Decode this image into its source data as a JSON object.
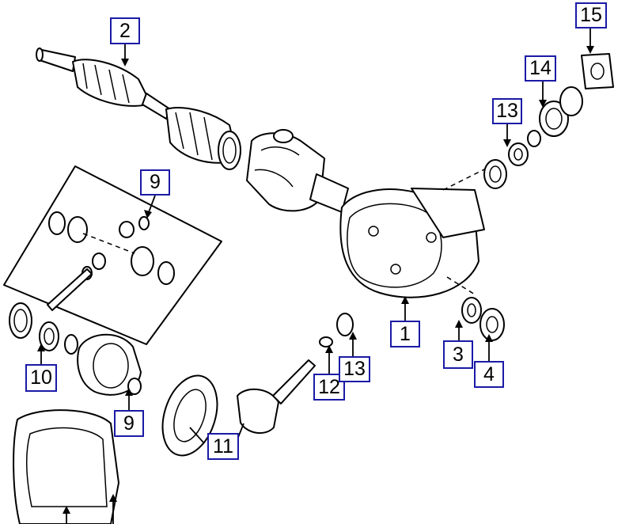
{
  "diagram": {
    "callouts": [
      {
        "id": "c1",
        "label": "1"
      },
      {
        "id": "c2",
        "label": "2"
      },
      {
        "id": "c3",
        "label": "3"
      },
      {
        "id": "c4",
        "label": "4"
      },
      {
        "id": "c9a",
        "label": "9"
      },
      {
        "id": "c9b",
        "label": "9"
      },
      {
        "id": "c10",
        "label": "10"
      },
      {
        "id": "c11",
        "label": "11"
      },
      {
        "id": "c12",
        "label": "12"
      },
      {
        "id": "c13a",
        "label": "13"
      },
      {
        "id": "c13b",
        "label": "13"
      },
      {
        "id": "c14",
        "label": "14"
      },
      {
        "id": "c15",
        "label": "15"
      }
    ]
  }
}
